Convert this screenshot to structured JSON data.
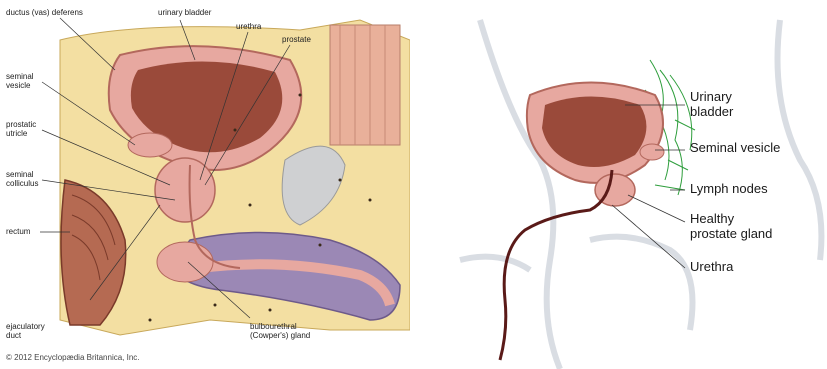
{
  "left_diagram": {
    "labels": {
      "ductus": "ductus (vas) deferens",
      "bladder": "urinary bladder",
      "urethra": "urethra",
      "prostate": "prostate",
      "seminal_vesicle_1": "seminal",
      "seminal_vesicle_2": "vesicle",
      "prostatic_utricle_1": "prostatic",
      "prostatic_utricle_2": "utricle",
      "seminal_colliculus_1": "seminal",
      "seminal_colliculus_2": "colliculus",
      "rectum": "rectum",
      "ejaculatory_1": "ejaculatory",
      "ejaculatory_2": "duct",
      "bulbourethral_1": "bulbourethral",
      "bulbourethral_2": "(Cowper's) gland"
    },
    "copyright": "© 2012 Encyclopædia Britannica, Inc."
  },
  "right_diagram": {
    "labels": {
      "urinary_1": "Urinary",
      "urinary_2": "bladder",
      "seminal_vesicle": "Seminal vesicle",
      "lymph_nodes": "Lymph nodes",
      "healthy_1": "Healthy",
      "healthy_2": "prostate gland",
      "urethra": "Urethra"
    }
  },
  "colors": {
    "tissue_pink": "#e7a8a0",
    "bladder_dark": "#9a4a3a",
    "fat_yellow": "#f3dfa2",
    "penis_purple": "#9b88b5",
    "lymph_green": "#2e9e3c",
    "urethra_dark": "#5a1a18"
  }
}
